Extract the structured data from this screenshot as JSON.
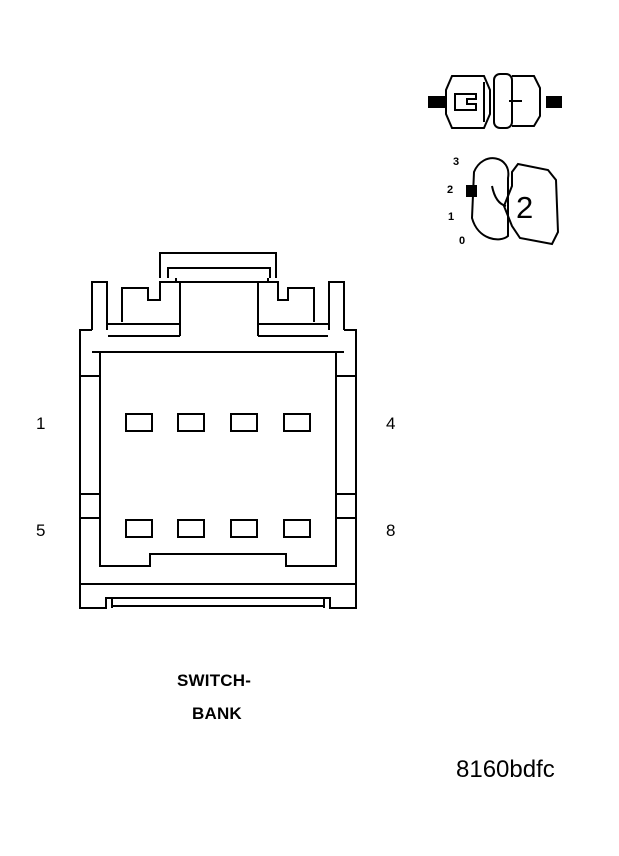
{
  "pin_labels": {
    "top_left": "1",
    "top_right": "4",
    "bottom_left": "5",
    "bottom_right": "8"
  },
  "key_positions": [
    "3",
    "2",
    "1",
    "0"
  ],
  "key_number": "2",
  "caption": {
    "line1": "SWITCH-",
    "line2": "BANK"
  },
  "figure_code": "8160bdfc"
}
